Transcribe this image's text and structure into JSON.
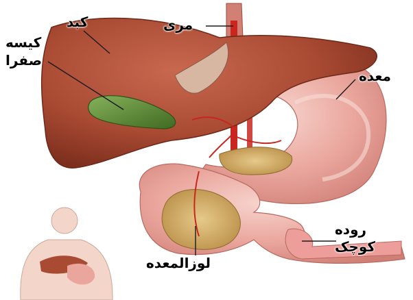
{
  "labels": {
    "liver": "کبد",
    "esophagus": "مری",
    "gallbladder_line1": "کیسه",
    "gallbladder_line2": "صفرا",
    "stomach": "معده",
    "small_intestine_line1": "روده",
    "small_intestine_line2": "کوچک",
    "pancreas": "لوزالمعده"
  },
  "colors": {
    "liver": "#b1503a",
    "liver_dark": "#8e3624",
    "stomach": "#eaa9a1",
    "stomach_inner": "#f2c9c0",
    "pancreas": "#d9b36b",
    "gallbladder": "#5f8a3a",
    "aorta": "#c8261f",
    "label_line": "#1a1a1a"
  }
}
